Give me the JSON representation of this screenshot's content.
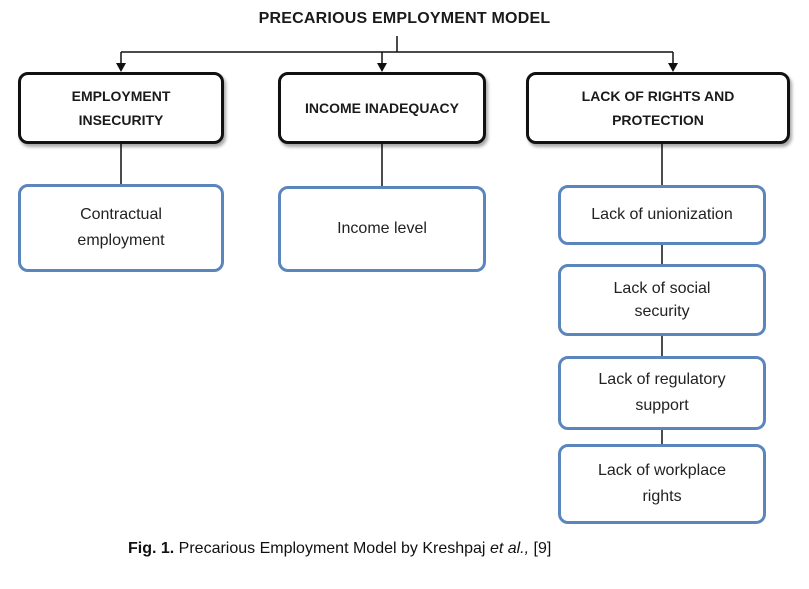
{
  "title": "PRECARIOUS EMPLOYMENT MODEL",
  "colors": {
    "header_border": "#111111",
    "sub_border": "#5b86bd",
    "connector": "#111111"
  },
  "categories": [
    {
      "label_lines": [
        "EMPLOYMENT",
        "INSECURITY"
      ],
      "items": [
        {
          "lines": [
            "Contractual",
            "employment"
          ]
        }
      ]
    },
    {
      "label_lines": [
        "INCOME INADEQUACY"
      ],
      "items": [
        {
          "lines": [
            "Income level"
          ]
        }
      ]
    },
    {
      "label_lines": [
        "LACK OF RIGHTS AND",
        "PROTECTION"
      ],
      "items": [
        {
          "lines": [
            "Lack of unionization"
          ]
        },
        {
          "lines": [
            "Lack of social",
            "security"
          ]
        },
        {
          "lines": [
            "Lack of regulatory",
            "support"
          ]
        },
        {
          "lines": [
            "Lack of workplace",
            "rights"
          ]
        }
      ]
    }
  ],
  "caption": {
    "fig_label": "Fig. 1.",
    "text": " Precarious Employment Model by Kreshpaj ",
    "italic": "et al.,",
    "ref": " [9]"
  }
}
